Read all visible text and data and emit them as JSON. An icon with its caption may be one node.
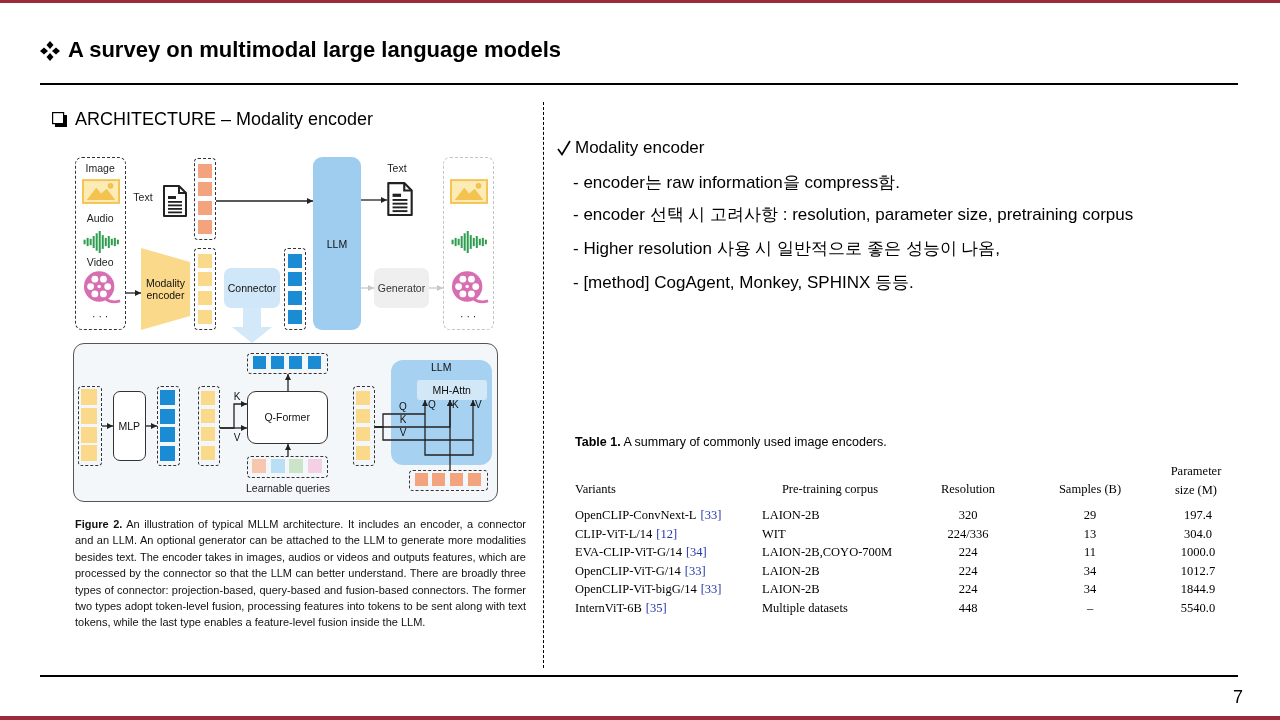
{
  "diagram": {
    "title": "A survey on multimodal large language models",
    "caption": "**Figure 2.** An illustration of typical MLLM architecture. It includes an encoder, a connector and an LLM. An optional generator can be attached to the LLM to generate more modalities besides text. The encoder takes in images, audios or videos and outputs features, which are processed by the connector so that the LLM can better understand. There are broadly three types of connector: projection-based, query-based and fusion-based connectors. The former two types adopt token-level fusion, processing features into tokens to be sent along with text tokens, while the last type enables a feature-level fusion inside the LLM.",
    "nodes": [
      {
        "text": [
          "Image",
          "Audio",
          "Video",
          "· · ·"
        ]
      },
      {
        "text": [],
        "shape": "picture",
        "beside": [
          "Text"
        ]
      },
      {
        "text": [],
        "shape": "box"
      },
      {
        "text": [
          "Modality encoder"
        ]
      },
      {
        "text": [],
        "shape": "box"
      },
      {
        "text": [
          "Connector"
        ]
      },
      {
        "text": [],
        "shape": "box"
      },
      {
        "text": [
          "LLM"
        ]
      },
      {
        "text": [],
        "shape": "picture",
        "beside": [
          "Text"
        ]
      },
      {
        "text": [
          "Generator"
        ]
      },
      {
        "text": [
          "· · ·"
        ]
      },
      {
        "text": [],
        "shape": "box"
      },
      {
        "text": [],
        "shape": "box",
        "in": 11
      },
      {
        "text": [
          "MLP"
        ],
        "in": 11
      },
      {
        "text": [],
        "shape": "box",
        "in": 11
      },
      {
        "text": [],
        "shape": "box",
        "in": 11
      },
      {
        "text": [
          "Q-Former"
        ],
        "in": 11
      },
      {
        "text": [],
        "shape": "box",
        "in": 11
      },
      {
        "text": [],
        "shape": "box",
        "beside": [
          "Learnable queries"
        ],
        "in": 11
      },
      {
        "text": [],
        "shape": "box",
        "in": 11
      },
      {
        "text": [
          "LLM"
        ],
        "in": 11
      },
      {
        "text": [
          "MH-Attn"
        ],
        "in": 20
      },
      {
        "text": [],
        "shape": "box",
        "in": 11
      }
    ],
    "edges": [
      {
        "from": 0,
        "to": 3,
        "arrow": "to"
      },
      {
        "from": 2,
        "to": 7,
        "arrow": "to"
      },
      {
        "from": 7,
        "to": 8,
        "arrow": "to"
      },
      {
        "from": 7,
        "to": 9,
        "arrow": "to",
        "color": "#c8c8c8"
      },
      {
        "from": 9,
        "to": 10,
        "arrow": "to",
        "color": "#c8c8c8"
      },
      {
        "from": 5,
        "to": 11,
        "arrow": "to",
        "style": "thick",
        "color": "#d3e8f8"
      },
      {
        "from": 12,
        "to": 13,
        "arrow": "to"
      },
      {
        "from": 13,
        "to": 14,
        "arrow": "to"
      },
      {
        "from": 15,
        "to": 16,
        "arrow": "to",
        "label": "K"
      },
      {
        "from": 15,
        "to": 16,
        "arrow": "to",
        "label": "V"
      },
      {
        "from": 16,
        "to": 17,
        "arrow": "to"
      },
      {
        "from": 18,
        "to": 16,
        "arrow": "to"
      },
      {
        "from": 19,
        "to": 21,
        "arrow": "to",
        "label": "Q"
      },
      {
        "from": 19,
        "to": 21,
        "arrow": "to",
        "label": "K"
      },
      {
        "from": 19,
        "to": 21,
        "arrow": "to",
        "label": "V"
      },
      {
        "from": 22,
        "to": 21,
        "arrow": "to"
      }
    ],
    "labels": [
      "ARCHITECTURE – Modality encoder",
      "Q",
      "K",
      "V",
      "Modality encoder",
      "- encoder는 raw information을 compress함.",
      "- encoder 선택 시 고려사항 : resolution, parameter size, pretraining corpus",
      "- Higher resolution 사용 시 일반적으로 좋은 성능이 나옴,",
      "- [method] CogAgent, Monkey, SPHINX 등등.",
      "**Table 1.** A summary of commonly used image encoders.",
      "Variants",
      "Pre-training corpus",
      "Resolution",
      "Samples (B)",
      "Parameter size (M)",
      "OpenCLIP-ConvNext-L",
      "[33]",
      "LAION-2B",
      "320",
      "29",
      "197.4",
      "CLIP-ViT-L/14",
      "[12]",
      "WIT",
      "224/336",
      "13",
      "304.0",
      "EVA-CLIP-ViT-G/14",
      "[34]",
      "LAION-2B,COYO-700M",
      "224",
      "11",
      "1000.0",
      "OpenCLIP-ViT-G/14",
      "[33]",
      "LAION-2B",
      "224",
      "34",
      "1012.7",
      "OpenCLIP-ViT-bigG/14",
      "[33]",
      "LAION-2B",
      "224",
      "34",
      "1844.9",
      "InternViT-6B",
      "[35]",
      "Multiple datasets",
      "448",
      "–",
      "5540.0",
      "7"
    ]
  }
}
